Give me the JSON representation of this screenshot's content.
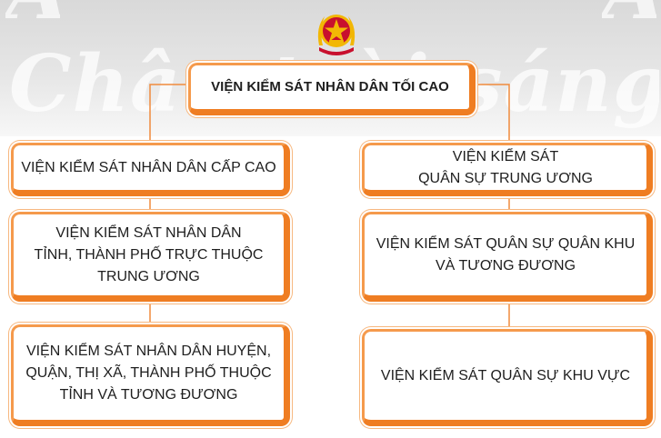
{
  "watermark": {
    "text": "Chân trời sáng tạo"
  },
  "emblem": {
    "icon": "national-emblem-icon",
    "colors": {
      "red": "#c8102e",
      "gold": "#f2b705"
    }
  },
  "colors": {
    "border_light": "#f59a4c",
    "border_dark": "#ef7d22",
    "connector": "#f08a3c"
  },
  "nodes": {
    "top": "VIỆN KIỂM SÁT NHÂN DÂN TỐI CAO",
    "left_1": "VIỆN KIỂM SÁT NHÂN DÂN CẤP CAO",
    "left_2": [
      "VIỆN KIỂM SÁT NHÂN DÂN",
      "TỈNH, THÀNH PHỐ TRỰC THUỘC",
      "TRUNG ƯƠNG"
    ],
    "left_3": [
      "VIỆN KIỂM SÁT NHÂN DÂN HUYỆN,",
      "QUẬN, THỊ XÃ,  THÀNH PHỐ THUỘC",
      "TỈNH VÀ TƯƠNG ĐƯƠNG"
    ],
    "right_1": [
      "VIỆN KIỂM SÁT",
      "QUÂN SỰ TRUNG ƯƠNG"
    ],
    "right_2": [
      "VIỆN KIỂM SÁT QUÂN SỰ QUÂN KHU",
      "VÀ TƯƠNG ĐƯƠNG"
    ],
    "right_3": "VIỆN KIỂM SÁT QUÂN SỰ KHU VỰC"
  }
}
